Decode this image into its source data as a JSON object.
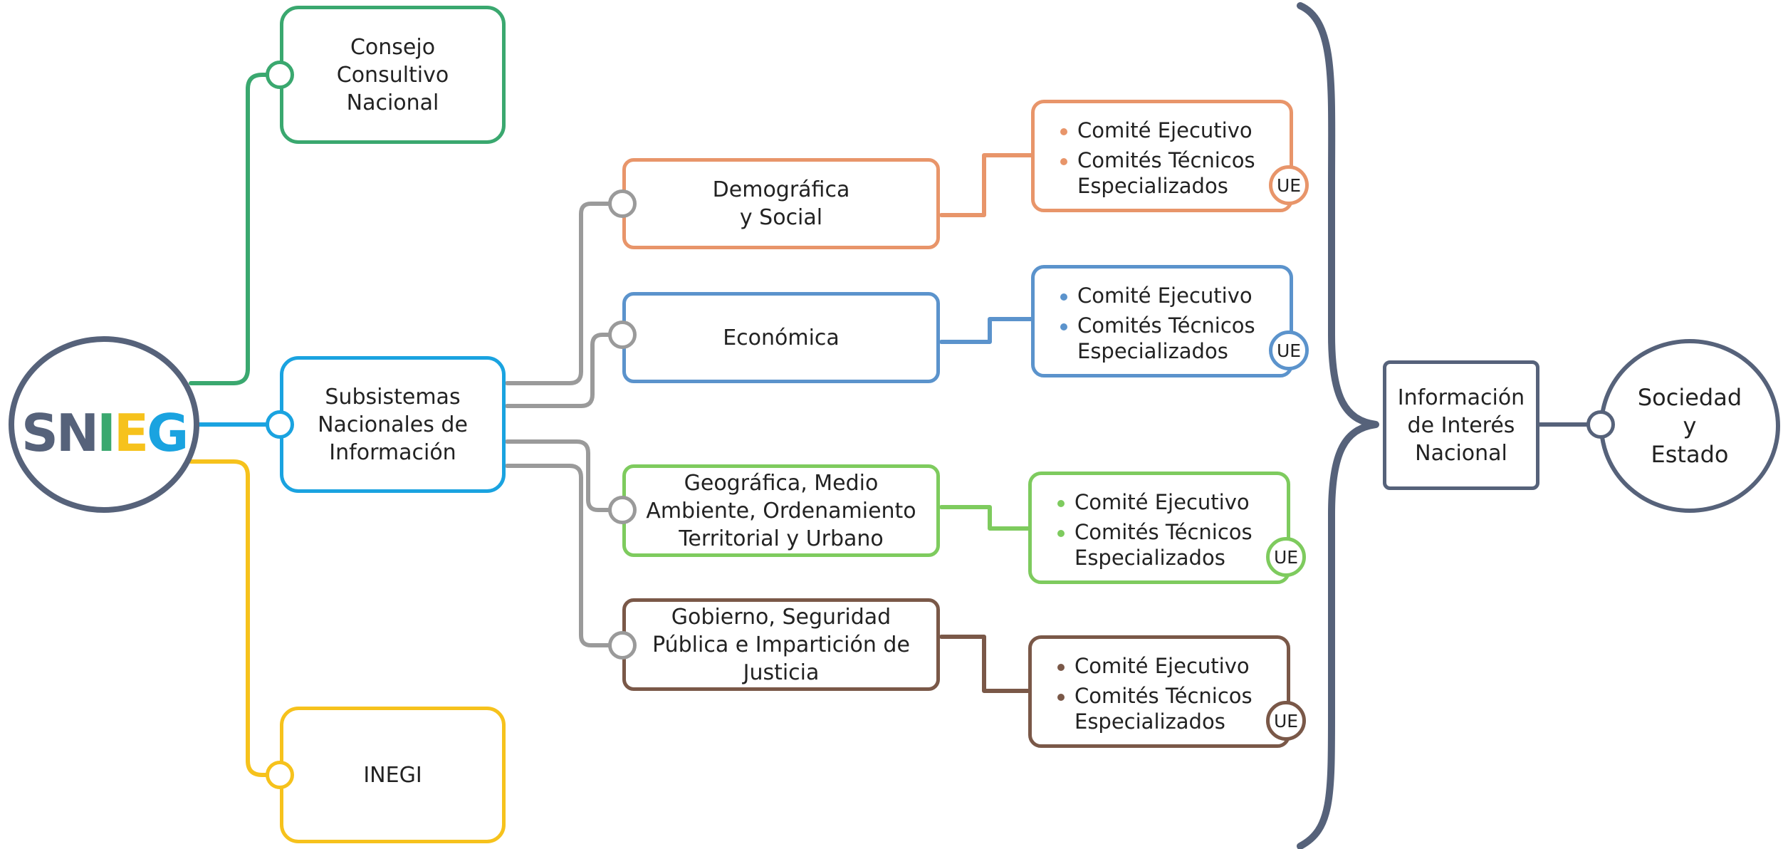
{
  "colors": {
    "navy": "#56627a",
    "green": "#3aa86f",
    "cyan": "#1aa3e0",
    "yellow": "#f6c21c",
    "gray": "#9a9a9a",
    "orange": "#e8956a",
    "blue": "#5b93cc",
    "lightgreen": "#7ecb5e",
    "brown": "#7a5848"
  },
  "logo": {
    "letters": [
      "S",
      "N",
      "I",
      "E",
      "G"
    ]
  },
  "consejo": {
    "lines": [
      "Consejo",
      "Consultivo",
      "Nacional"
    ]
  },
  "subsistemas": {
    "lines": [
      "Subsistemas",
      "Nacionales de",
      "Información"
    ]
  },
  "inegi": {
    "lines": [
      "INEGI"
    ]
  },
  "subsystems": [
    {
      "lines": [
        "Demográfica",
        "y Social"
      ]
    },
    {
      "lines": [
        "Económica"
      ]
    },
    {
      "lines": [
        "Geográfica, Medio",
        "Ambiente, Ordenamiento",
        "Territorial y Urbano"
      ]
    },
    {
      "lines": [
        "Gobierno, Seguridad",
        "Pública e Impartición de",
        "Justicia"
      ]
    }
  ],
  "committees": {
    "item1": "Comité Ejecutivo",
    "item2_line1": "Comités Técnicos",
    "item2_line2": "Especializados",
    "badge": "UE"
  },
  "informacion": {
    "lines": [
      "Información",
      "de Interés",
      "Nacional"
    ]
  },
  "sociedad": {
    "lines": [
      "Sociedad",
      "y",
      "Estado"
    ]
  }
}
